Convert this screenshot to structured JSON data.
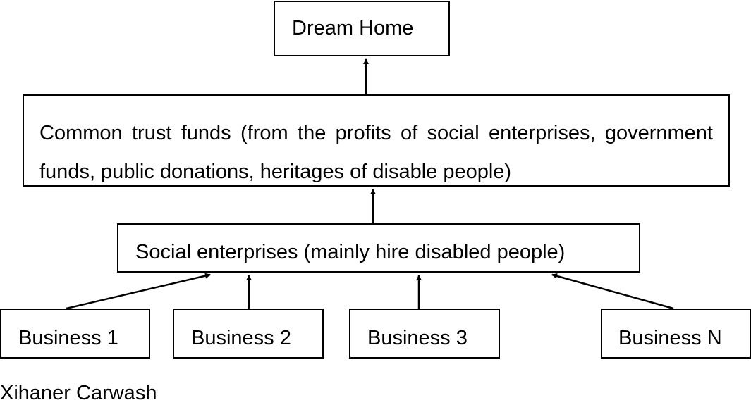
{
  "nodes": {
    "dream_home": "Dream Home",
    "trust_funds": "Common trust funds (from the profits of social enterprises, government funds, public donations, heritages of disable people)",
    "social_enterprises": "Social enterprises (mainly hire disabled people)",
    "businesses": [
      "Business 1",
      "Business 2",
      "Business 3",
      "Business N"
    ]
  },
  "caption": "Xihaner Carwash",
  "colors": {
    "stroke": "#000000",
    "background": "#ffffff"
  }
}
